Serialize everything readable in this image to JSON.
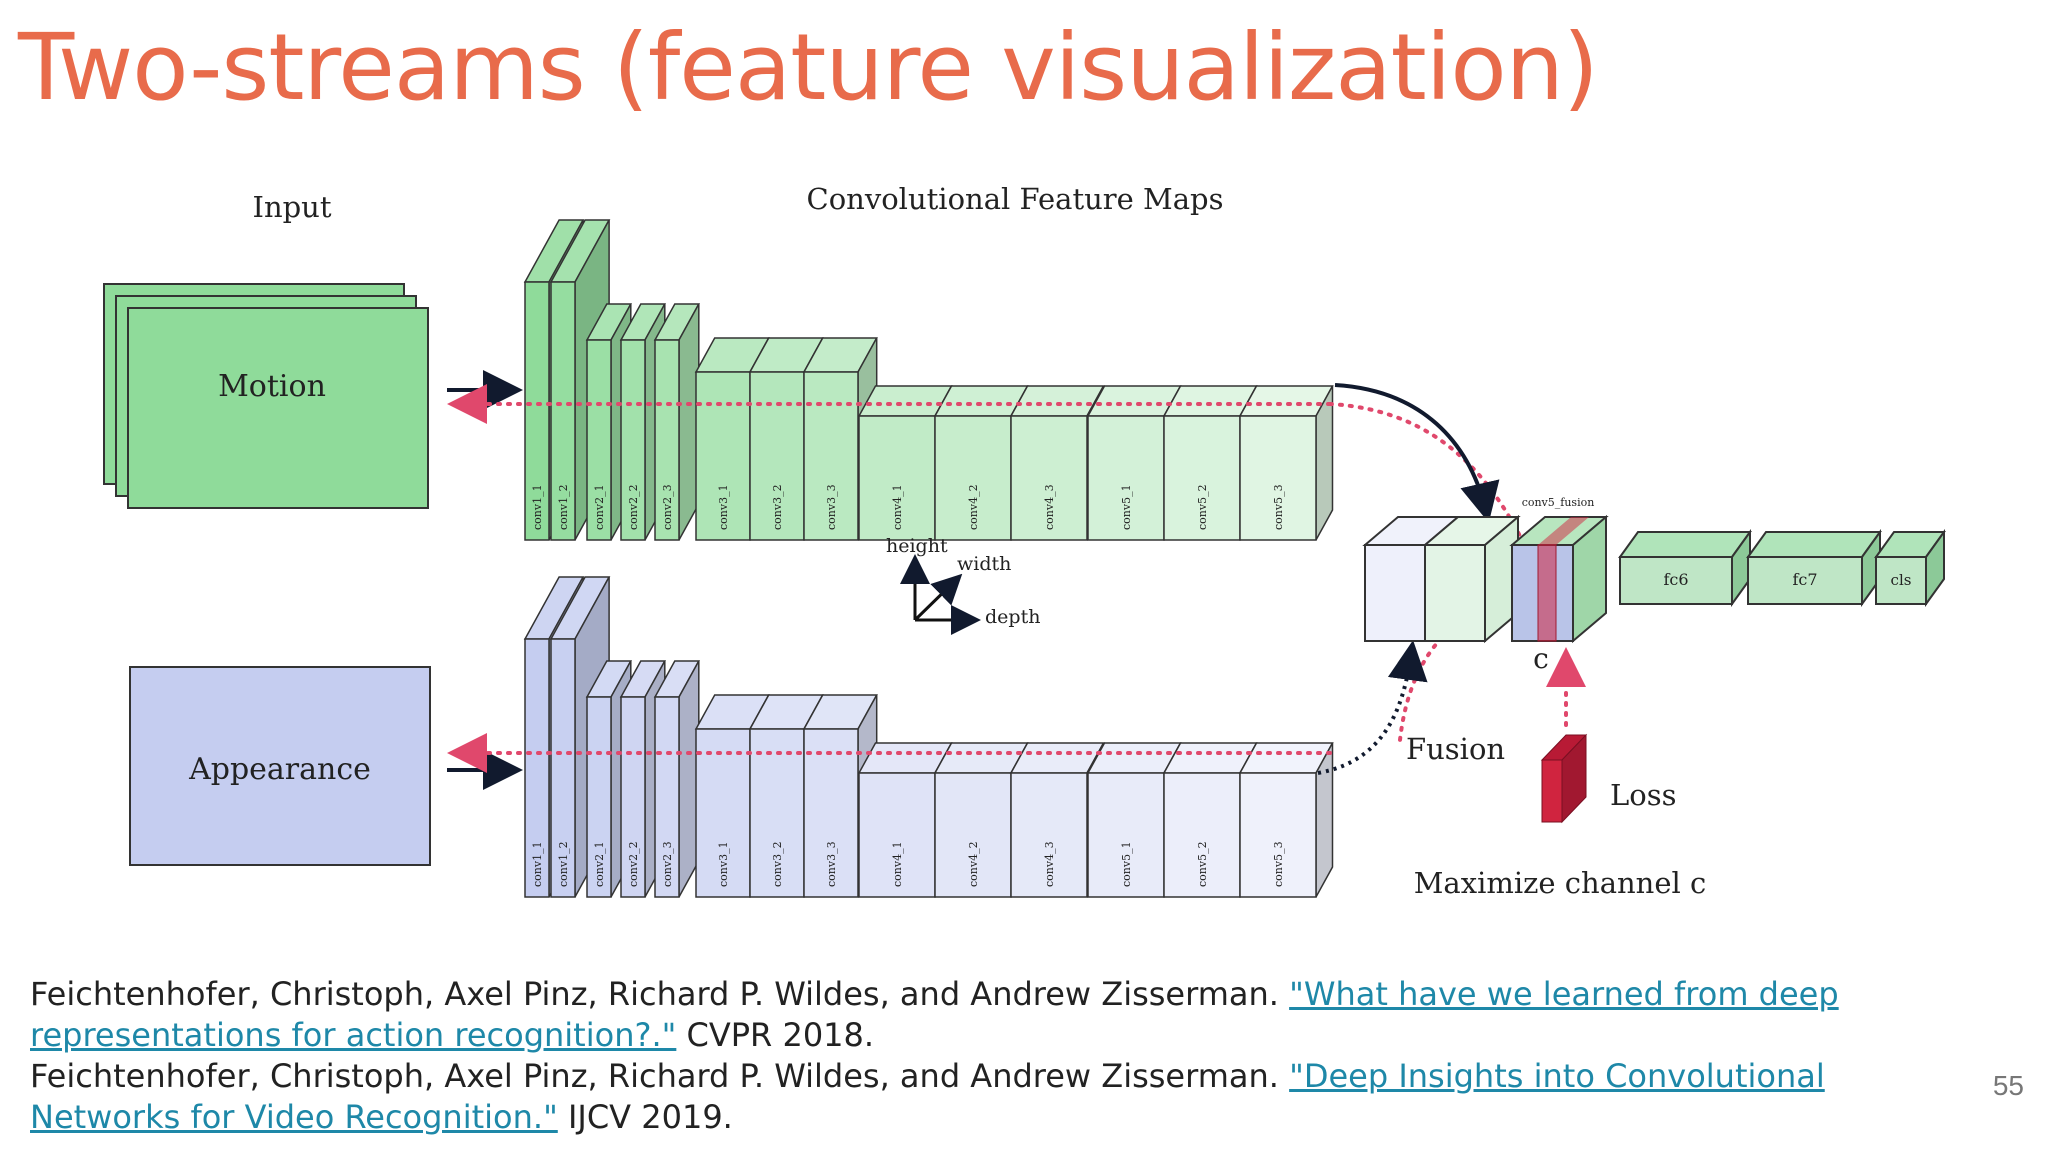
{
  "slide": {
    "title": "Two-streams (feature visualization)",
    "page_number": "55"
  },
  "diagram": {
    "input_heading": "Input",
    "feature_maps_heading": "Convolutional Feature Maps",
    "motion_label": "Motion",
    "appearance_label": "Appearance",
    "layer_labels": [
      "conv1_1",
      "conv1_2",
      "conv2_1",
      "conv2_2",
      "conv2_3",
      "conv3_1",
      "conv3_2",
      "conv3_3",
      "conv4_1",
      "conv4_2",
      "conv4_3",
      "conv5_1",
      "conv5_2",
      "conv5_3"
    ],
    "fusion_layer_label": "conv5_fusion",
    "fc_labels": [
      "fc6",
      "fc7",
      "cls"
    ],
    "axes": {
      "height": "height",
      "width": "width",
      "depth": "depth"
    },
    "fusion_label": "Fusion",
    "channel_label": "c",
    "loss_label": "Loss",
    "maximize_label": "Maximize channel c",
    "colors": {
      "motion": "#8fdb9a",
      "appearance": "#c5cdf0",
      "loss": "#d0243f",
      "dotted": "#e0486c",
      "title": "#e86b4b"
    }
  },
  "references": [
    {
      "authors": "Feichtenhofer, Christoph, Axel Pinz, Richard P. Wildes, and Andrew Zisserman.",
      "title_link": "\"What have we learned from deep representations for action recognition?.\"",
      "venue": "CVPR 2018."
    },
    {
      "authors": "Feichtenhofer, Christoph, Axel Pinz, Richard P. Wildes, and Andrew Zisserman.",
      "title_link": "\"Deep Insights into Convolutional Networks for Video Recognition.\"",
      "venue": "IJCV 2019."
    }
  ]
}
